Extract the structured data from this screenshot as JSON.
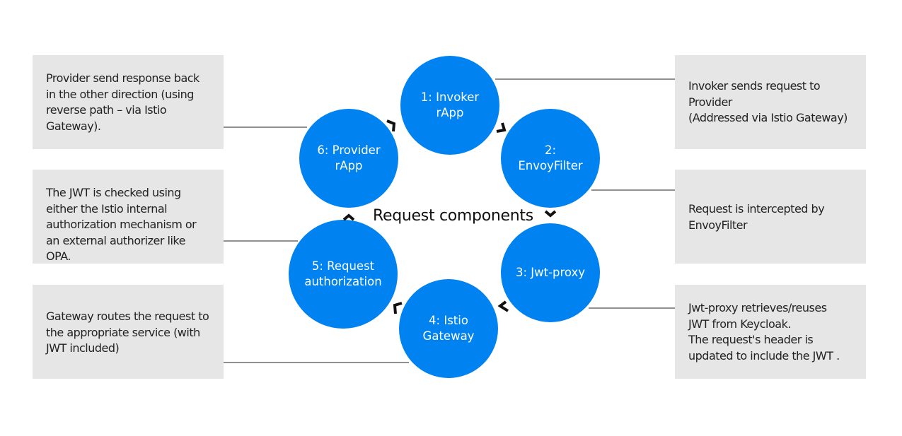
{
  "diagram": {
    "title": "Request components",
    "accent_color": "#0082f0",
    "steps": [
      {
        "label": "1: Invoker\nrApp"
      },
      {
        "label": "2:\nEnvoyFilter"
      },
      {
        "label": "3: Jwt-proxy"
      },
      {
        "label": "4: Istio\nGateway"
      },
      {
        "label": "5: Request\nauthorization"
      },
      {
        "label": "6: Provider\nrApp"
      }
    ],
    "notes_left": [
      {
        "text": "Provider send response back\nin the other direction (using\nreverse path – via Istio\nGateway)."
      },
      {
        "text": "The JWT is checked using\neither the Istio internal\nauthorization mechanism or\nan external authorizer like\nOPA."
      },
      {
        "text": "Gateway routes the request to\nthe appropriate service (with\nJWT included)"
      }
    ],
    "notes_right": [
      {
        "text": "Invoker sends request to\nProvider\n(Addressed via Istio Gateway)"
      },
      {
        "text": "Request is intercepted by\nEnvoyFilter"
      },
      {
        "text": "Jwt-proxy retrieves/reuses\nJWT from Keycloak.\nThe request's header is\nupdated to include the JWT ."
      }
    ]
  }
}
